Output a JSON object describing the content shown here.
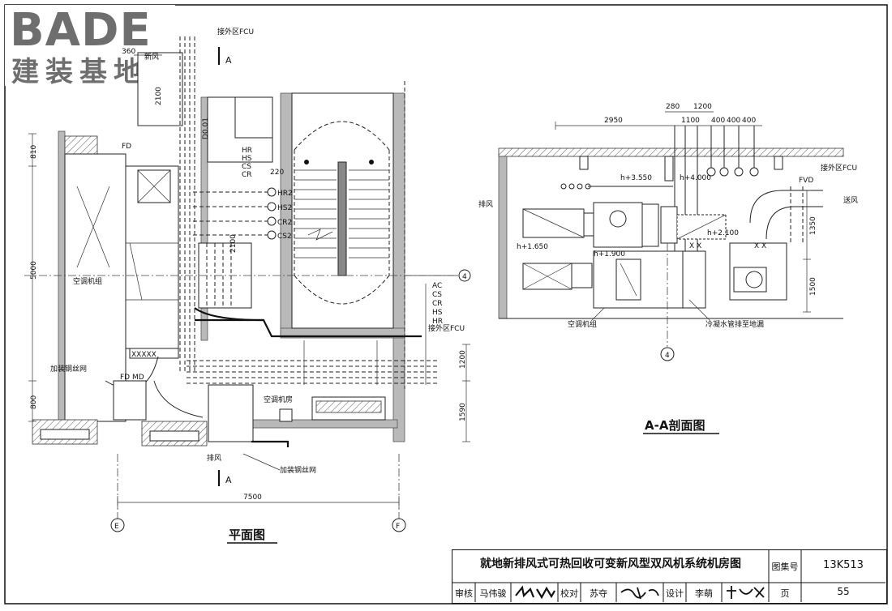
{
  "logo": {
    "brand": "BADE",
    "subtitle": "建装基地"
  },
  "plan": {
    "title": "平面图",
    "dims": {
      "top_width": "360",
      "top_depth": "2100",
      "left_upper": "810",
      "left_mid": "5000",
      "left_lower": "800",
      "right_upper": "1200",
      "right_lower": "1590",
      "bottom": "7500",
      "pipe_offset": "220",
      "pipe_len": "2100"
    },
    "labels": {
      "connect_fcu_top": "接外区FCU",
      "connect_fcu_right": "接外区FCU",
      "ahu": "空调机组",
      "ahu_room": "空调机房",
      "steel_mesh_left": "加装钢丝网",
      "steel_mesh_bottom": "加装钢丝网",
      "exhaust": "排风",
      "fresh_top": "新风",
      "fd": "FD",
      "fd_md": "FD  MD",
      "do": "D0.01"
    },
    "pipes": [
      "HR2",
      "HS2",
      "CR2",
      "CS2"
    ],
    "pipe_group_left": [
      "HR",
      "HS",
      "CS",
      "CR"
    ],
    "pipe_group_right": [
      "AC",
      "CS",
      "CR",
      "HS",
      "HR"
    ],
    "section_marks": [
      "A",
      "A"
    ],
    "axes": [
      "E",
      "F",
      "4"
    ]
  },
  "section": {
    "title": "A-A剖面图",
    "dims": {
      "overall": "2950",
      "d280": "280",
      "d1200": "1200",
      "d1100": "1100",
      "d400a": "400",
      "d400b": "400",
      "d400c": "400",
      "h1350": "1350",
      "h1500": "1500"
    },
    "elevations": [
      "h+3.550",
      "h+4.000",
      "h+2.100",
      "h+1.650",
      "h+1.900"
    ],
    "labels": {
      "exhaust": "排风",
      "supply": "送风",
      "fvd": "FVD",
      "connect_fcu": "接外区FCU",
      "ahu": "空调机组",
      "condensate": "冷凝水管排至地漏"
    },
    "axis": "4"
  },
  "title_block": {
    "title": "就地新排风式可热回收可变新风型双风机系统机房图",
    "atlas_label": "图集号",
    "atlas_no": "13K513",
    "page_label": "页",
    "page_no": "55",
    "review_label": "审核",
    "review_name": "马伟骏",
    "check_label": "校对",
    "check_name": "苏夺",
    "design_label": "设计",
    "design_name": "李萌"
  },
  "colors": {
    "line": "#111111",
    "wall": "#b9b9b9",
    "logo_gray": "#6e6e6e"
  }
}
